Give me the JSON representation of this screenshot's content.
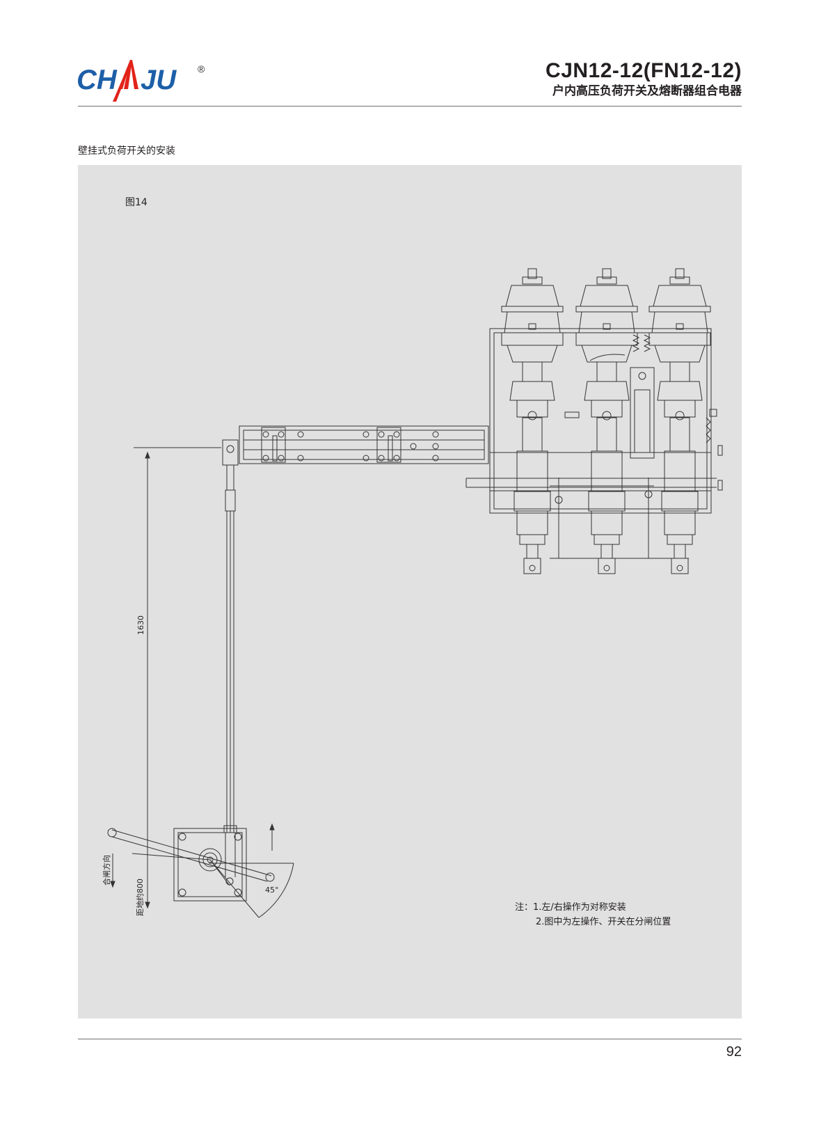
{
  "brand": {
    "logo_text": "CHAJU",
    "registered_mark": "®",
    "colors": {
      "logo_blue": "#1d5fa8",
      "logo_red": "#e2231a"
    }
  },
  "header": {
    "model": "CJN12-12(FN12-12)",
    "product_name": "户内高压负荷开关及熔断器组合电器"
  },
  "section_title": "壁挂式负荷开关的安装",
  "figure": {
    "label": "图14",
    "dimensions": {
      "height": "1630",
      "ground": "距地约800",
      "close_direction": "合闸方向",
      "angle": "45°"
    },
    "notes": [
      "注：1.左/右操作为对称安装",
      "2.图中为左操作、开关在分闸位置"
    ]
  },
  "page_number": "92"
}
